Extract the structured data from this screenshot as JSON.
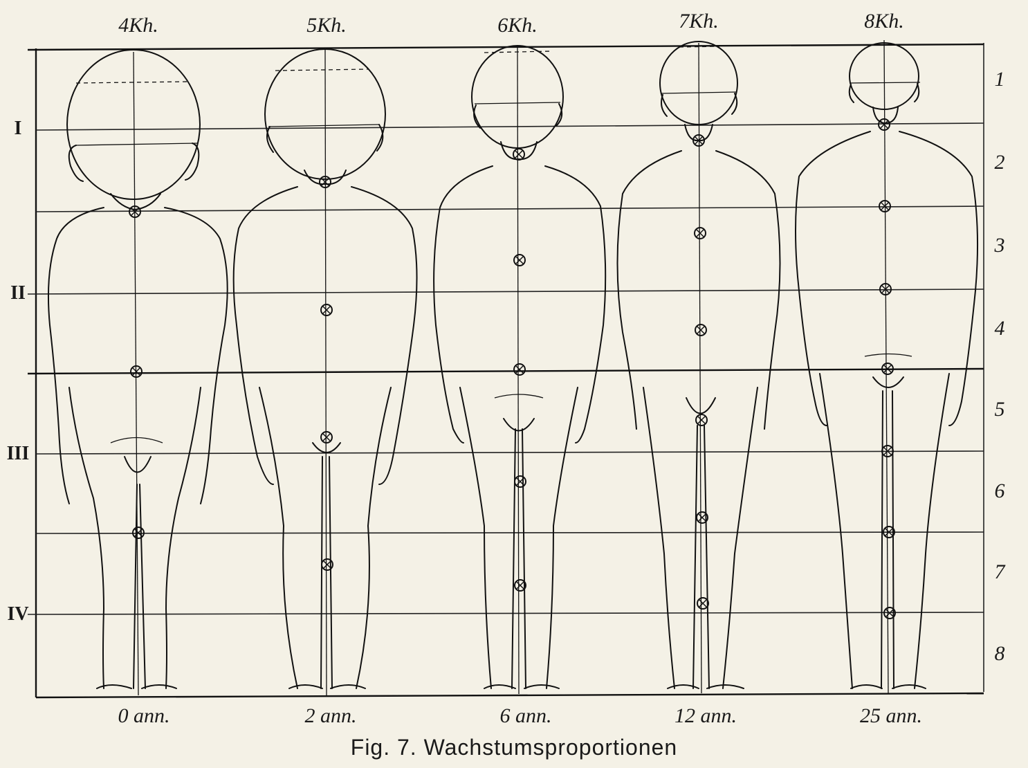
{
  "figure": {
    "caption": "Fig. 7. Wachstumsproportionen",
    "head_heights": [
      "4Kh.",
      "5Kh.",
      "6Kh.",
      "7Kh.",
      "8Kh."
    ],
    "ages": [
      "0 ann.",
      "2 ann.",
      "6 ann.",
      "12 ann.",
      "25 ann."
    ],
    "left_scale": [
      "I",
      "II",
      "III",
      "IV"
    ],
    "right_scale": [
      "1",
      "2",
      "3",
      "4",
      "5",
      "6",
      "7",
      "8"
    ]
  }
}
